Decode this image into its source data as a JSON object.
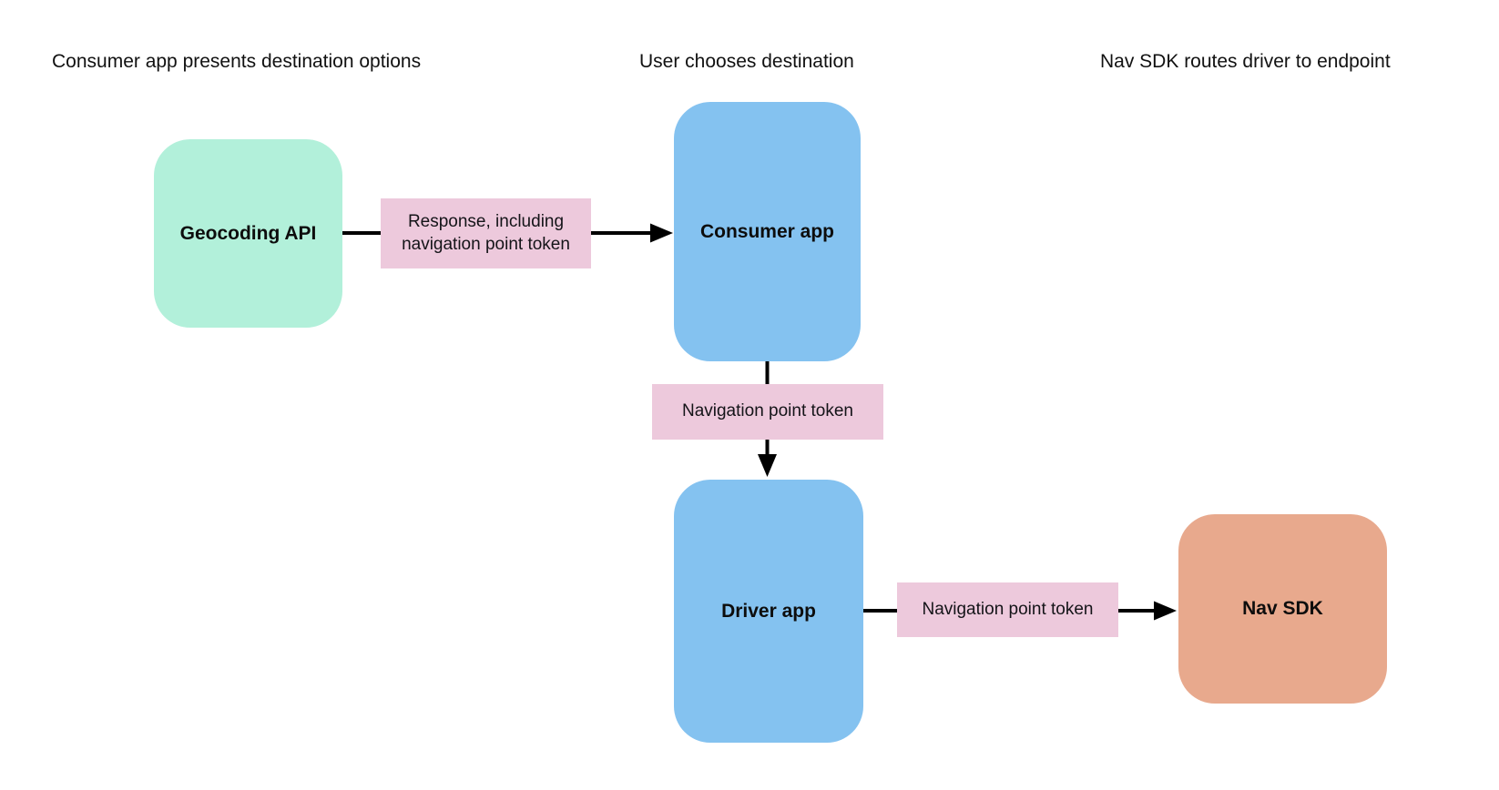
{
  "diagram": {
    "background_color": "#ffffff",
    "arrow_color": "#000000",
    "edge_label_bg": "#edc9dc",
    "lane_headers": [
      {
        "label": "Consumer app presents destination options"
      },
      {
        "label": "User chooses destination"
      },
      {
        "label": "Nav SDK routes driver to endpoint"
      }
    ],
    "nodes": [
      {
        "id": "geocoding-api",
        "label": "Geocoding API",
        "color": "#b2f0da"
      },
      {
        "id": "consumer-app",
        "label": "Consumer app",
        "color": "#84c2f0"
      },
      {
        "id": "driver-app",
        "label": "Driver app",
        "color": "#84c2f0"
      },
      {
        "id": "nav-sdk",
        "label": "Nav SDK",
        "color": "#e8a98d"
      }
    ],
    "edges": [
      {
        "from": "geocoding-api",
        "to": "consumer-app",
        "label": "Response, including navigation point token"
      },
      {
        "from": "consumer-app",
        "to": "driver-app",
        "label": "Navigation point token"
      },
      {
        "from": "driver-app",
        "to": "nav-sdk",
        "label": "Navigation point token"
      }
    ]
  }
}
